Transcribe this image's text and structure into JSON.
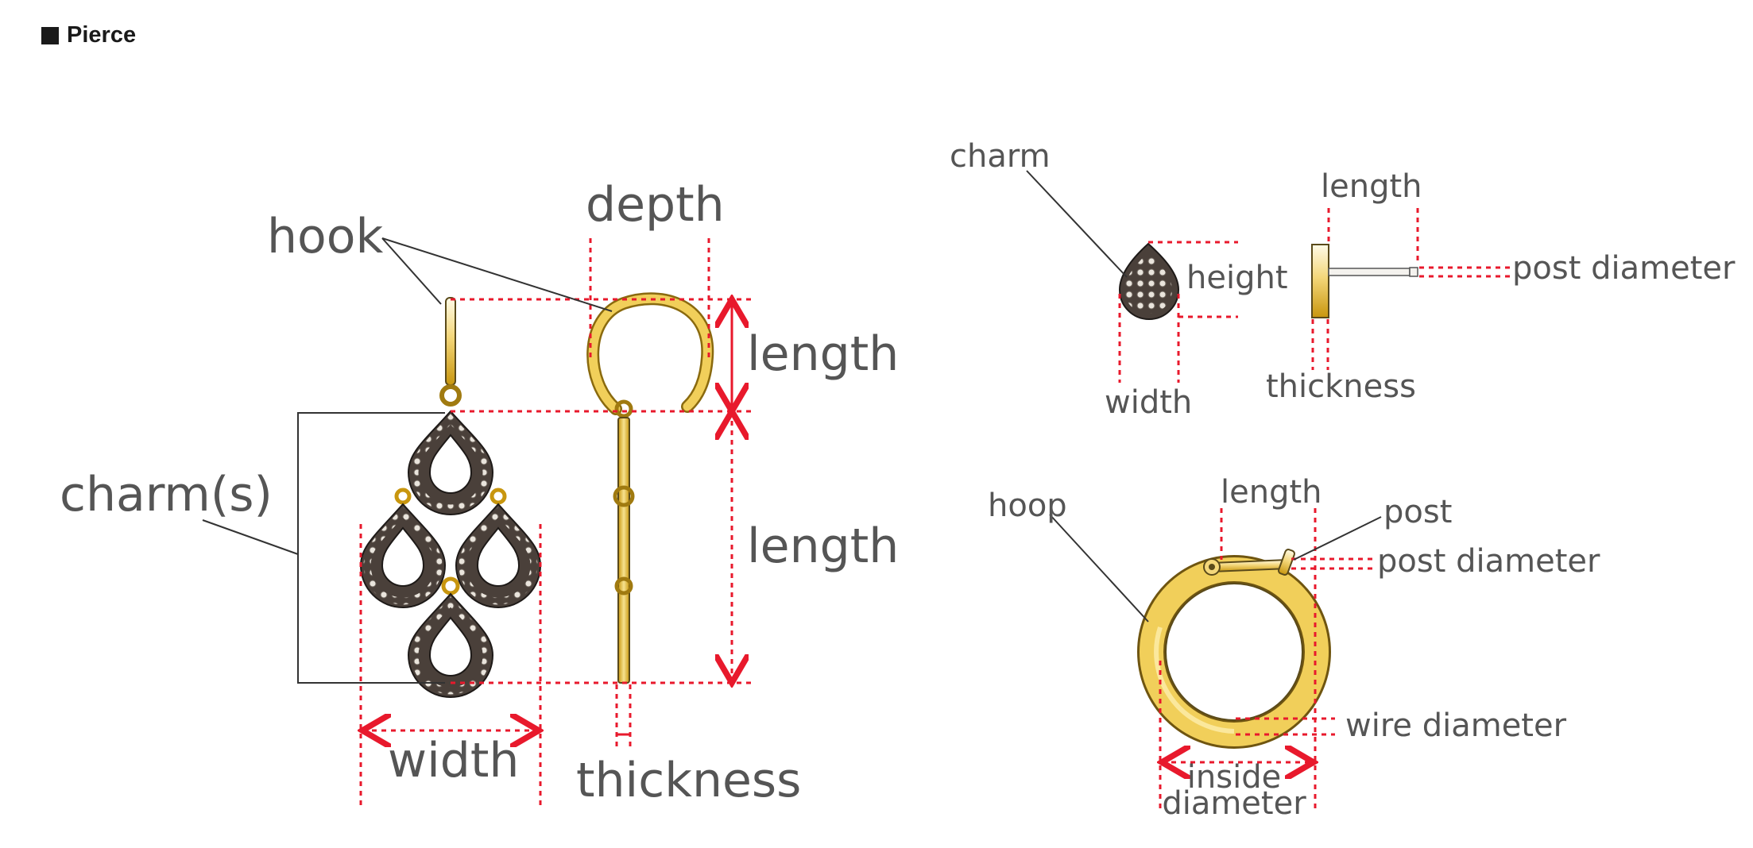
{
  "section": {
    "title": "Pierce",
    "marker_icon": "black-square-icon"
  },
  "colors": {
    "dimension_line": "#e8192c",
    "label_text": "#555555",
    "gold": "#d8a91c",
    "charm_metal": "#4a403a"
  },
  "chandelier": {
    "hook_label": "hook",
    "depth_label": "depth",
    "hook_length_label": "length",
    "charm_length_label": "length",
    "charms_label": "charm(s)",
    "width_label": "width",
    "thickness_label": "thickness"
  },
  "stud": {
    "charm_label": "charm",
    "length_label": "length",
    "height_label": "height",
    "post_diameter_label": "post diameter",
    "width_label": "width",
    "thickness_label": "thickness"
  },
  "hoop": {
    "hoop_label": "hoop",
    "length_label": "length",
    "post_label": "post",
    "post_diameter_label": "post diameter",
    "wire_diameter_label": "wire diameter",
    "inside_diameter_line1": "inside",
    "inside_diameter_line2": "diameter"
  }
}
